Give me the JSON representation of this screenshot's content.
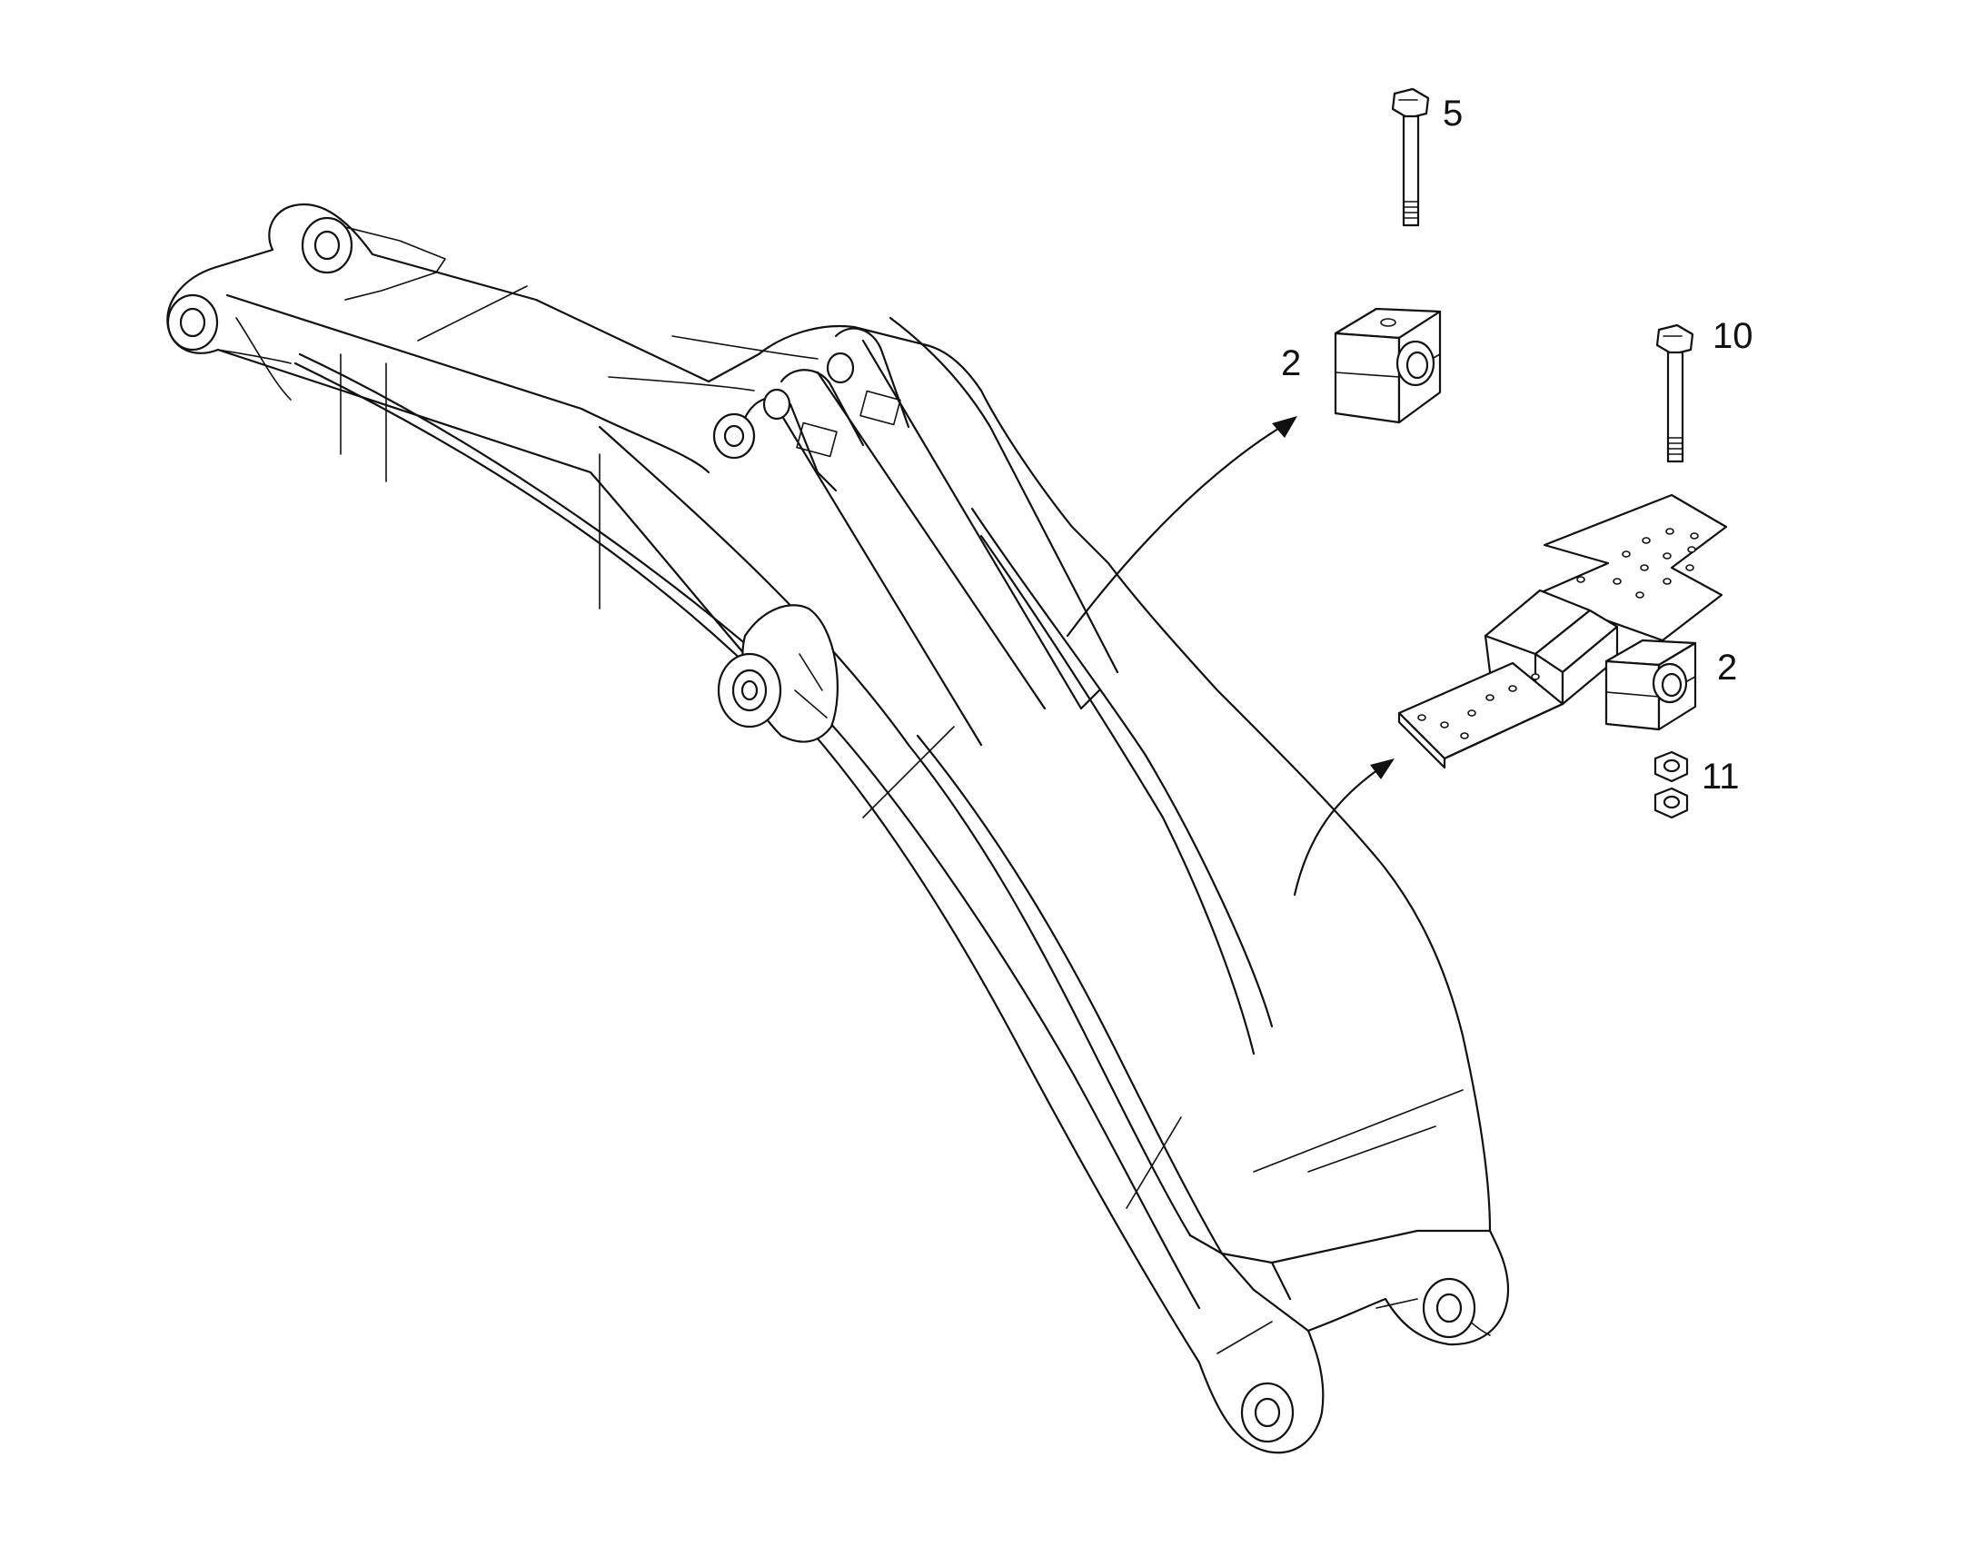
{
  "diagram": {
    "background": "#ffffff",
    "line_color": "#111111",
    "callouts": [
      {
        "id": "c5",
        "label": "5"
      },
      {
        "id": "c2a",
        "label": "2"
      },
      {
        "id": "c10",
        "label": "10"
      },
      {
        "id": "c2b",
        "label": "2"
      },
      {
        "id": "c11",
        "label": "11"
      }
    ]
  }
}
